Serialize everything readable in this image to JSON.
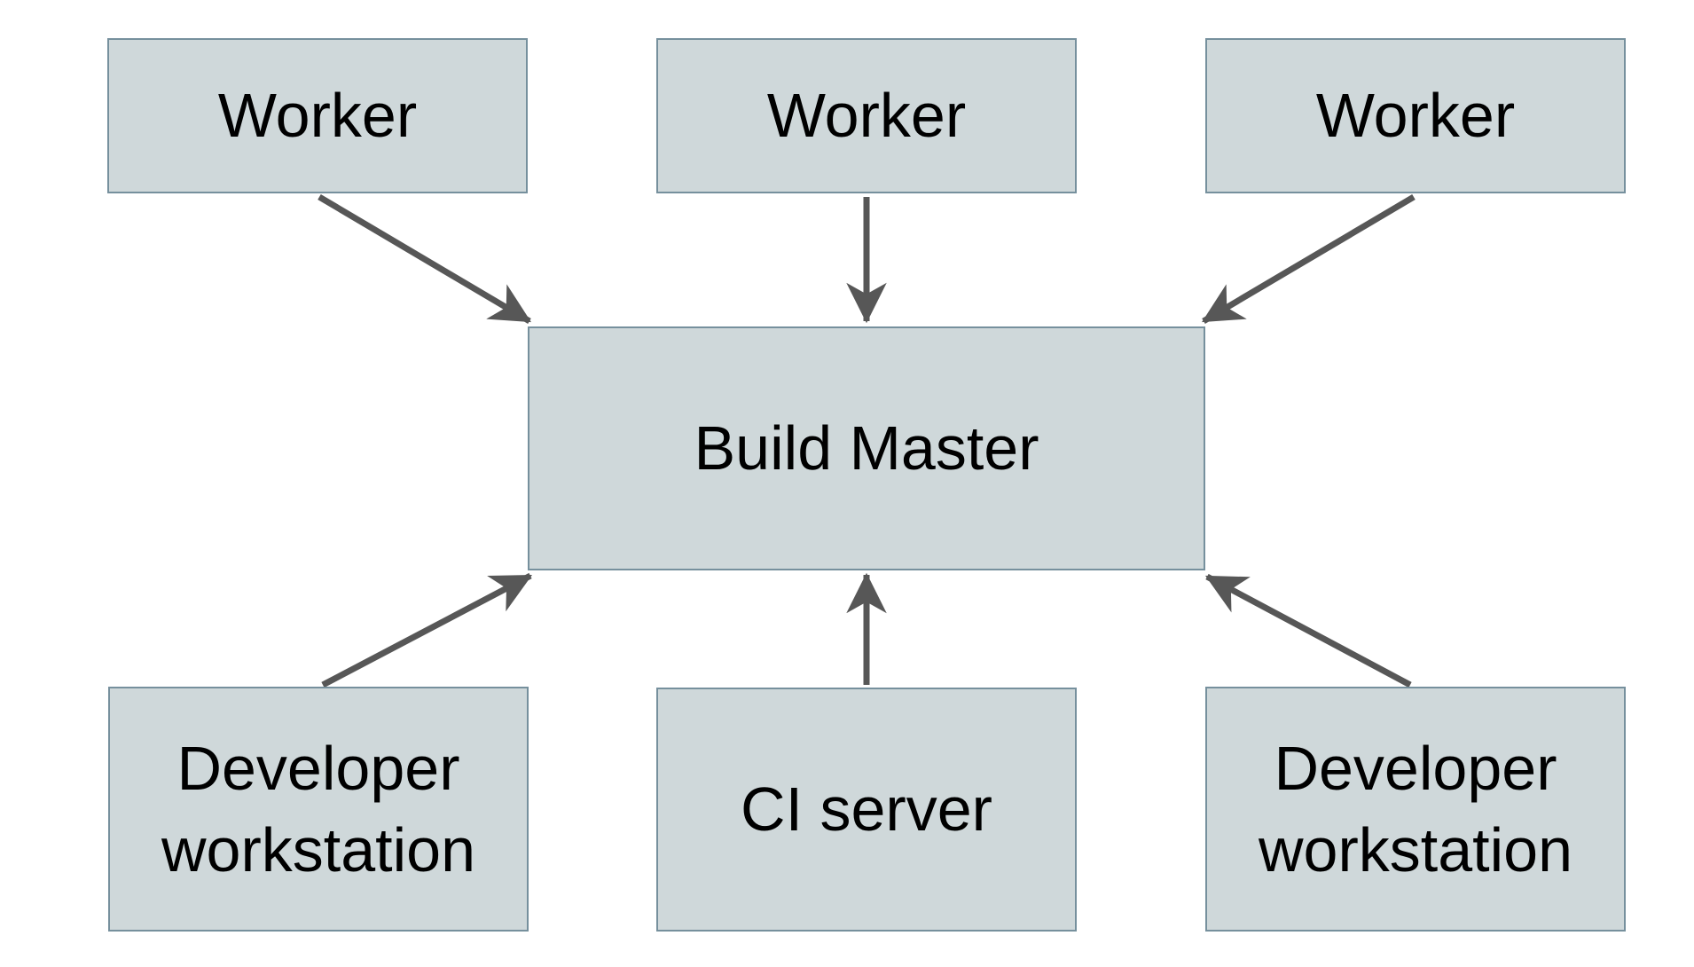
{
  "diagram": {
    "type": "architecture-diagram",
    "description": "Distributed build system: three Workers and two Developer workstations plus a CI server all connect to a central Build Master",
    "nodes": {
      "worker_top_left": {
        "label": "Worker"
      },
      "worker_top_center": {
        "label": "Worker"
      },
      "worker_top_right": {
        "label": "Worker"
      },
      "build_master": {
        "label": "Build Master"
      },
      "developer_workstation_left": {
        "label": "Developer workstation"
      },
      "ci_server": {
        "label": "CI server"
      },
      "developer_workstation_right": {
        "label": "Developer workstation"
      }
    },
    "edges": [
      {
        "from": "worker_top_left",
        "to": "build_master",
        "direction": "into-center"
      },
      {
        "from": "worker_top_center",
        "to": "build_master",
        "direction": "into-center"
      },
      {
        "from": "worker_top_right",
        "to": "build_master",
        "direction": "into-center"
      },
      {
        "from": "developer_workstation_left",
        "to": "build_master",
        "direction": "into-center"
      },
      {
        "from": "ci_server",
        "to": "build_master",
        "direction": "into-center"
      },
      {
        "from": "developer_workstation_right",
        "to": "build_master",
        "direction": "into-center"
      }
    ]
  },
  "colors": {
    "background": "#ffffff",
    "node_fill": "#cfd8da",
    "node_border": "#76909d",
    "arrow": "#575757",
    "text": "#000000"
  }
}
